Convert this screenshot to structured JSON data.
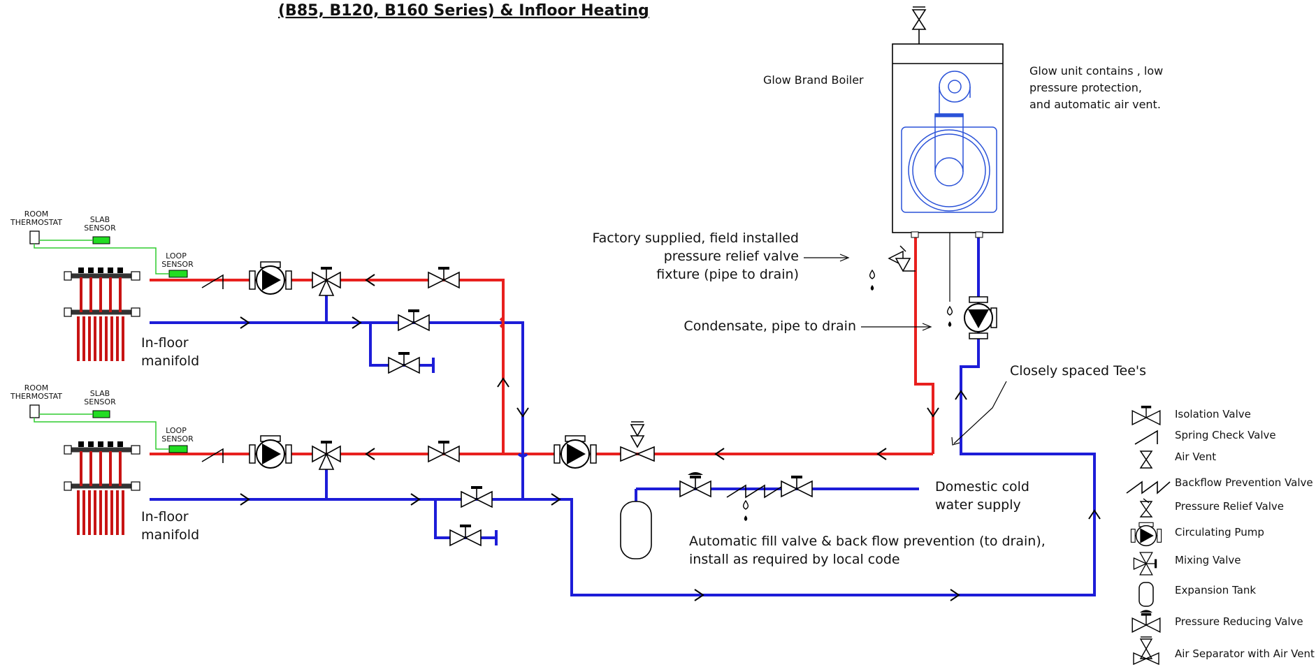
{
  "title": "(B85, B120, B160 Series) & Infloor Heating",
  "boiler": {
    "name": "Glow Brand Boiler",
    "note_lines": [
      "Glow unit contains , low",
      "pressure protection,",
      "and automatic air vent."
    ]
  },
  "zones": [
    {
      "room_thermostat": [
        "ROOM",
        "THERMOSTAT"
      ],
      "slab_sensor": [
        "SLAB",
        "SENSOR"
      ],
      "loop_sensor": [
        "LOOP",
        "SENSOR"
      ],
      "manifold": [
        "In-floor",
        "manifold"
      ]
    },
    {
      "room_thermostat": [
        "ROOM",
        "THERMOSTAT"
      ],
      "slab_sensor": [
        "SLAB",
        "SENSOR"
      ],
      "loop_sensor": [
        "LOOP",
        "SENSOR"
      ],
      "manifold": [
        "In-floor",
        "manifold"
      ]
    }
  ],
  "annotations": {
    "relief_valve": [
      "Factory supplied, field installed",
      "pressure relief valve",
      "fixture (pipe to drain)"
    ],
    "condensate": "Condensate, pipe to drain",
    "tees": "Closely spaced Tee's",
    "domestic": [
      "Domestic cold",
      "water supply"
    ],
    "fill": [
      "Automatic fill valve & back flow prevention (to drain),",
      "install as required by local code"
    ]
  },
  "legend": [
    {
      "icon": "isolation-valve-icon",
      "label": "Isolation Valve"
    },
    {
      "icon": "spring-check-valve-icon",
      "label": "Spring Check Valve"
    },
    {
      "icon": "air-vent-icon",
      "label": "Air Vent"
    },
    {
      "icon": "backflow-prevention-valve-icon",
      "label": "Backflow Prevention Valve"
    },
    {
      "icon": "pressure-relief-valve-icon",
      "label": "Pressure Relief Valve"
    },
    {
      "icon": "circulating-pump-icon",
      "label": "Circulating Pump"
    },
    {
      "icon": "mixing-valve-icon",
      "label": "Mixing Valve"
    },
    {
      "icon": "expansion-tank-icon",
      "label": "Expansion Tank"
    },
    {
      "icon": "pressure-reducing-valve-icon",
      "label": "Pressure Reducing Valve"
    },
    {
      "icon": "air-separator-icon",
      "label": "Air Separator with Air Vent"
    }
  ],
  "colors": {
    "supply": "#e8201e",
    "return": "#1d1dd8",
    "sensor_wire": "#2ecc2e",
    "sensor": "#22dd22",
    "boiler_detail": "#2a52d8",
    "loops": "#c81414"
  }
}
